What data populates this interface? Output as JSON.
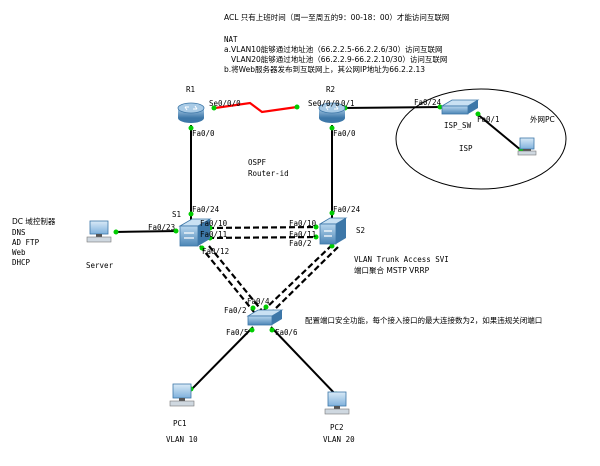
{
  "acl_title": "ACL 只有上班时间（周一至周五的9：00-18：00）才能访问互联网",
  "nat": {
    "heading": "NAT",
    "line_a1": "a.VLAN10能够通过地址池（66.2.2.5-66.2.2.6/30）访问互联网",
    "line_a2": "VLAN20能够通过地址池（66.2.2.9-66.2.2.10/30）访问互联网",
    "line_b": "b.将Web服务器发布到互联网上，其公网IP地址为66.2.2.13"
  },
  "ospf": {
    "line1": "OSPF",
    "line2": "Router-id"
  },
  "dc_services": [
    "DC 域控制器",
    "DNS",
    "AD FTP",
    "Web",
    "DHCP"
  ],
  "switch_features": {
    "line1": "VLAN Trunk Access SVI",
    "line2": "端口聚合 MSTP VRRP"
  },
  "port_security_note": "配置端口安全功能，每个接入接口的最大连接数为2，如果违规关闭端口",
  "devices": {
    "r1": "R1",
    "r2": "R2",
    "s1": "S1",
    "s2": "S2",
    "isp_sw": "ISP_SW",
    "isp": "ISP",
    "external_pc": "外网PC",
    "server": "Server",
    "pc1": "PC1",
    "pc2": "PC2",
    "vlan10": "VLAN 10",
    "vlan20": "VLAN 20"
  },
  "ports": {
    "r1_se": "Se0/0/0",
    "r1_fa": "Fa0/0",
    "r2_se0": "Se0/0/0",
    "r2_se1": "0/1",
    "r2_fa": "Fa0/0",
    "r2_fa24": "Fa0/24",
    "ispsw_fa1": "Fa0/1",
    "s1_fa24": "Fa0/24",
    "s1_fa10": "Fa0/10",
    "s1_fa11": "Fa0/11",
    "s1_fa12": "Fa0/12",
    "s1_fa23": "Fa0/23",
    "s2_fa24": "Fa0/24",
    "s2_fa10": "Fa0/10",
    "s2_fa11": "Fa0/11",
    "s2_fa2": "Fa0/2",
    "s3_fa4": "Fa0/4",
    "s3_fa2": "Fa0/2",
    "s3_fa5": "Fa0/5",
    "s3_fa6": "Fa0/6"
  },
  "colors": {
    "serial_link": "#ff0000",
    "link_up": "#00cc00",
    "cable": "#000000",
    "device_blue": "#5b9bd5"
  }
}
